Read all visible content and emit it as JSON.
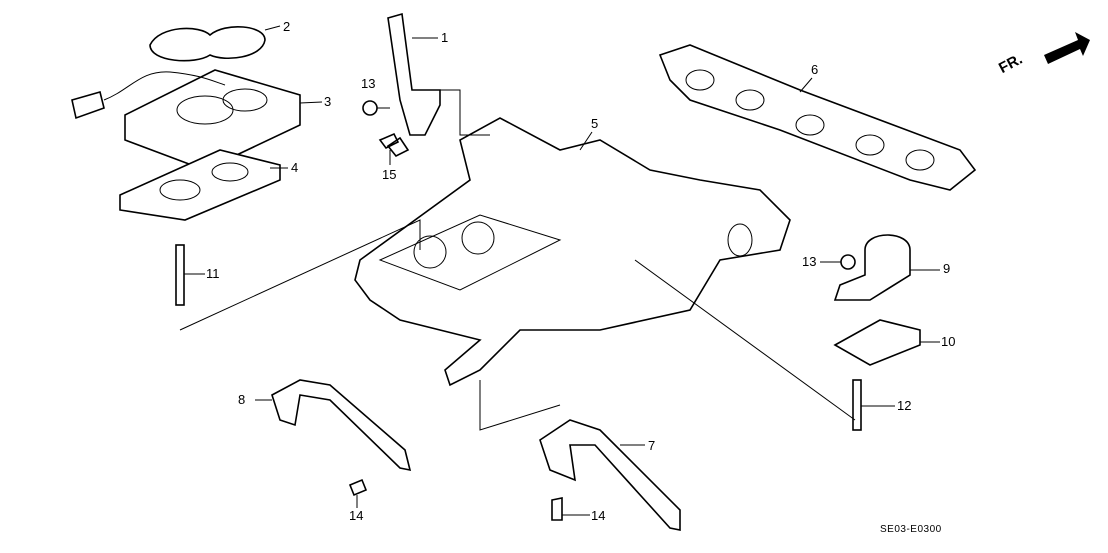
{
  "diagram": {
    "direction_marker": "FR.",
    "code": "SE03-E0300",
    "callouts": [
      {
        "id": "c1",
        "text": "1"
      },
      {
        "id": "c2",
        "text": "2"
      },
      {
        "id": "c3",
        "text": "3"
      },
      {
        "id": "c4",
        "text": "4"
      },
      {
        "id": "c5",
        "text": "5"
      },
      {
        "id": "c6",
        "text": "6"
      },
      {
        "id": "c7",
        "text": "7"
      },
      {
        "id": "c8",
        "text": "8"
      },
      {
        "id": "c9",
        "text": "9"
      },
      {
        "id": "c10",
        "text": "10"
      },
      {
        "id": "c11",
        "text": "11"
      },
      {
        "id": "c12",
        "text": "12"
      },
      {
        "id": "c13a",
        "text": "13"
      },
      {
        "id": "c13b",
        "text": "13"
      },
      {
        "id": "c14a",
        "text": "14"
      },
      {
        "id": "c14b",
        "text": "14"
      },
      {
        "id": "c15",
        "text": "15"
      }
    ]
  }
}
